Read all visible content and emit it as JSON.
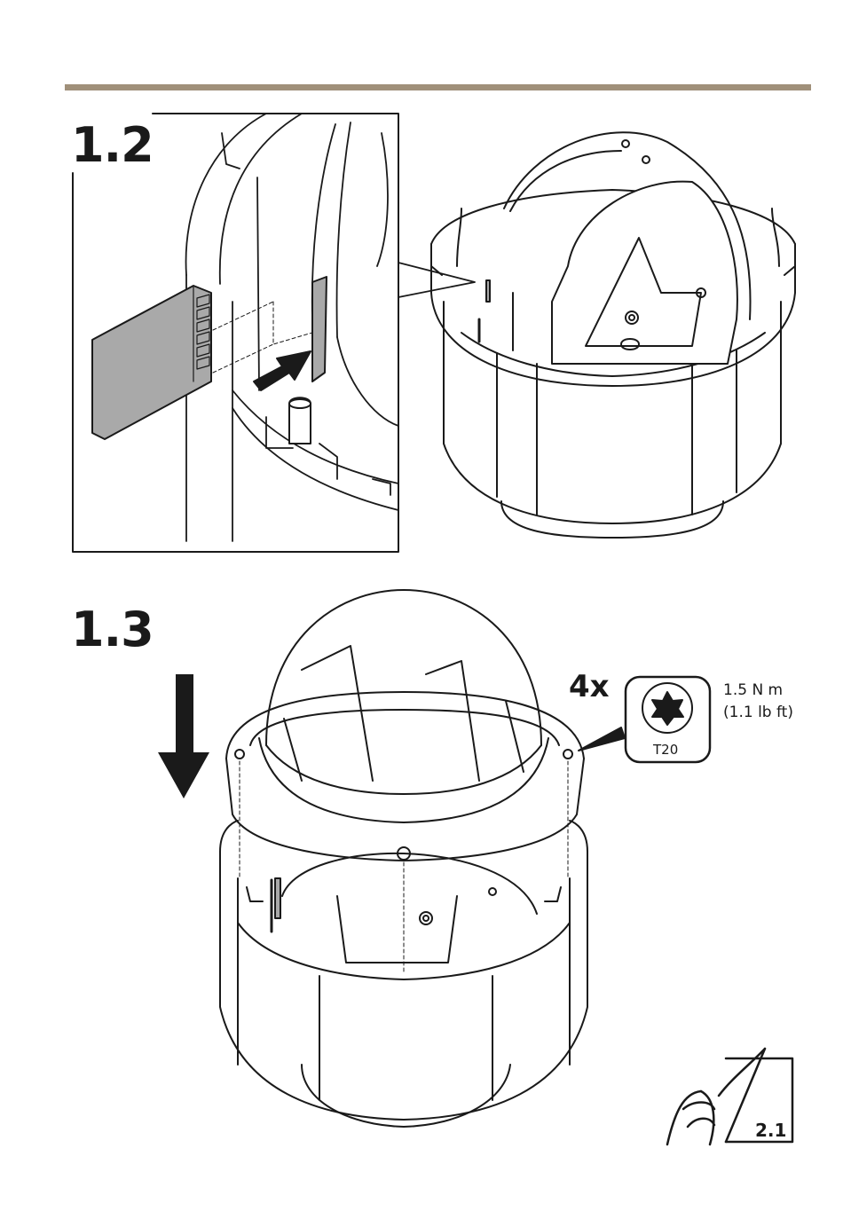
{
  "steps": [
    {
      "number": "1.2"
    },
    {
      "number": "1.3"
    }
  ],
  "fastener": {
    "count": "4x",
    "tool": "T20",
    "torque_metric": "1.5 N m",
    "torque_imperial": "(1.1 lb ft)"
  },
  "next_page_ref": "2.1",
  "colors": {
    "rule": "#a0907a",
    "card": "#a9a9a9",
    "line": "#1a1a1a"
  },
  "icons": [
    "sd-card-icon",
    "insert-arrow-icon",
    "down-arrow-icon",
    "torx-icon",
    "page-turn-icon"
  ]
}
